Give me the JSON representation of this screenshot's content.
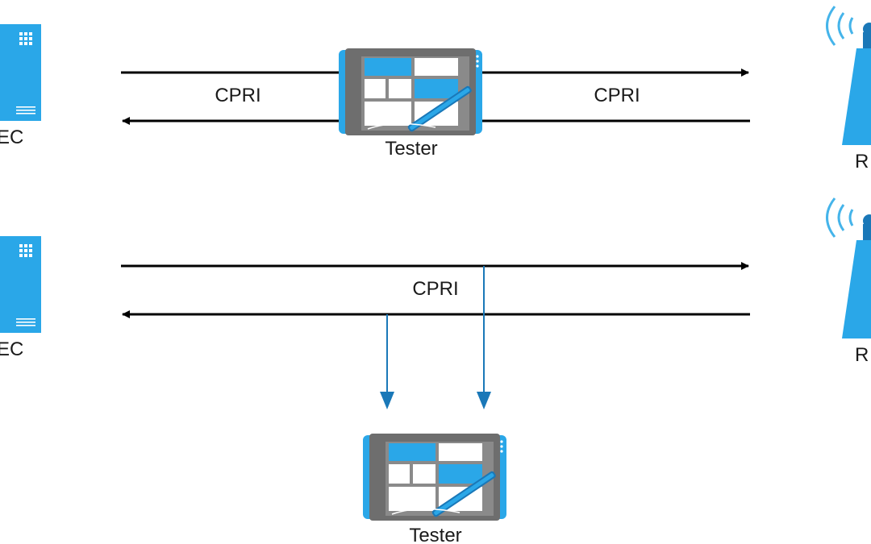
{
  "colors": {
    "device_blue": "#2aa7e8",
    "tester_body": "#707070",
    "tester_panel": "#ffffff",
    "line": "#000000",
    "tap_arrow": "#1a78b8",
    "wave": "#45b4ea"
  },
  "scenario_top": {
    "rec_label": "EC",
    "re_label": "R",
    "link_label_left": "CPRI",
    "link_label_right": "CPRI",
    "tester_label": "Tester"
  },
  "scenario_bottom": {
    "rec_label": "EC",
    "re_label": "R",
    "link_label": "CPRI",
    "tester_label": "Tester"
  },
  "icons": {
    "server": "server-icon",
    "tablet": "tablet-tester-icon",
    "tower": "radio-tower-icon"
  }
}
